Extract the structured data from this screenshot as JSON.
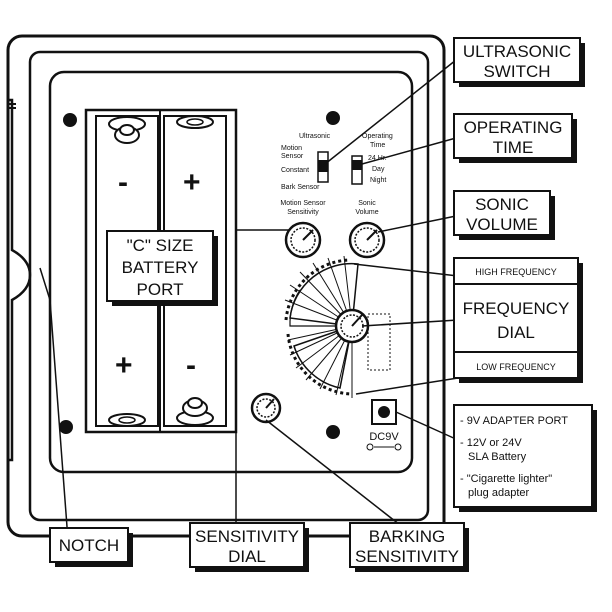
{
  "callouts": {
    "ultrasonic_switch": [
      "ULTRASONIC",
      "SWITCH"
    ],
    "operating_time": [
      "OPERATING",
      "TIME"
    ],
    "sonic_volume": [
      "SONIC",
      "VOLUME"
    ],
    "high_frequency": "HIGH FREQUENCY",
    "frequency_dial": [
      "FREQUENCY",
      "DIAL"
    ],
    "low_frequency": "LOW FREQUENCY",
    "adapter": [
      "- 9V ADAPTER PORT",
      "- 12V or 24V",
      "SLA Battery",
      "- \"Cigarette lighter\"",
      "plug adapter"
    ],
    "notch": "NOTCH",
    "sensitivity_dial": [
      "SENSITIVITY",
      "DIAL"
    ],
    "barking_sensitivity": [
      "BARKING",
      "SENSITIVITY"
    ],
    "battery_port": [
      "\"C\" SIZE",
      "BATTERY",
      "PORT"
    ]
  },
  "panel": {
    "switch_labels": [
      "Ultrasonic",
      "Motion",
      "Sensor",
      "Constant",
      "Bark Sensor"
    ],
    "time_labels": [
      "Operating",
      "Time",
      "24 Hr.",
      "Day",
      "Night"
    ],
    "motion_sensitivity": [
      "Motion Sensor",
      "Sensitivity"
    ],
    "sonic_volume": [
      "Sonic",
      "Volume"
    ],
    "dc_label": "DC9V",
    "battery_symbols": [
      "-",
      "+",
      "+",
      "-"
    ]
  }
}
